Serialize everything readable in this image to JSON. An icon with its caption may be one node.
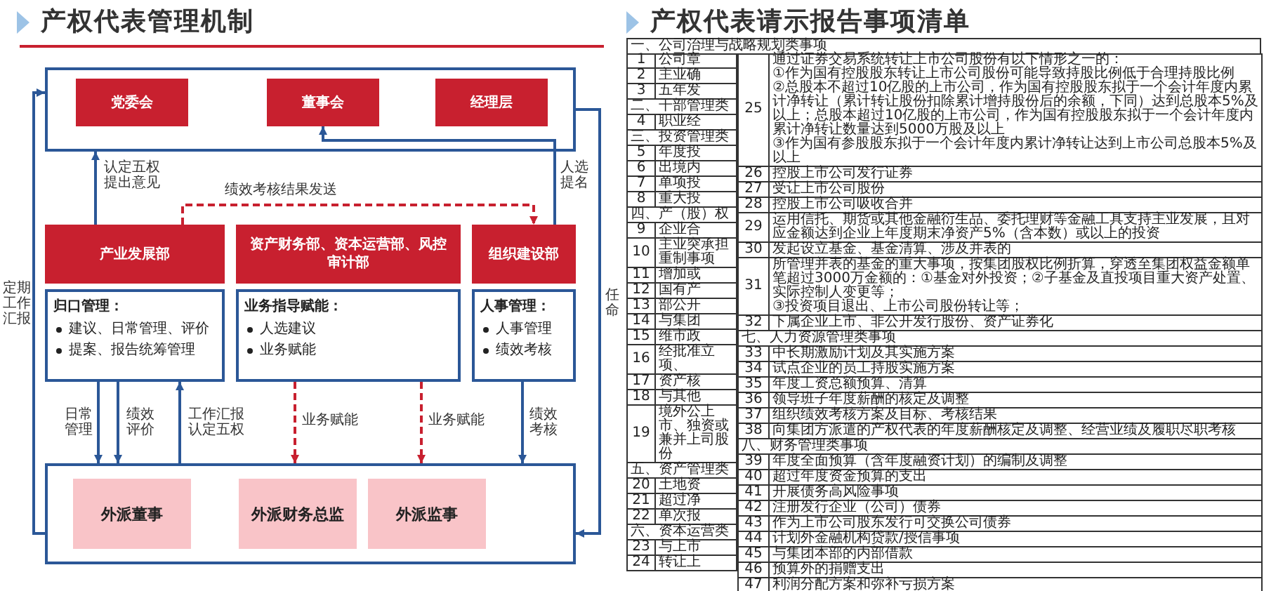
{
  "diagram": {
    "title": "产权代表管理机制",
    "nodes": [
      {
        "text": [],
        "shape": "box"
      },
      {
        "text": [
          "党委会"
        ],
        "in": 0
      },
      {
        "text": [
          "董事会"
        ],
        "in": 0
      },
      {
        "text": [
          "经理层"
        ],
        "in": 0
      },
      {
        "text": [
          "产业发展部",
          "归口管理：",
          "建议、日常管理、评价",
          "提案、报告统筹管理"
        ]
      },
      {
        "text": [
          "资产财务部、资本运营部、风控审计部",
          "业务指导赋能：",
          "人选建议",
          "业务赋能"
        ]
      },
      {
        "text": [
          "组织建设部",
          "人事管理：",
          "人事管理",
          "绩效考核"
        ]
      },
      {
        "text": [],
        "shape": "box"
      },
      {
        "text": [
          "外派董事"
        ],
        "in": 7
      },
      {
        "text": [
          "外派财务总监"
        ],
        "in": 7
      },
      {
        "text": [
          "外派监事"
        ],
        "in": 7
      }
    ],
    "edges": [
      {
        "from": 4,
        "to": 0,
        "arrow": "to",
        "label": "认定五权提出意见"
      },
      {
        "from": 4,
        "to": 6,
        "arrow": "to",
        "label": "绩效考核结果发送",
        "style": "dashed",
        "color": "#c8202f"
      },
      {
        "from": 6,
        "to": 2,
        "arrow": "to",
        "label": "人选提名"
      },
      {
        "from": 4,
        "to": 7,
        "arrow": "to",
        "label": "日常管理"
      },
      {
        "from": 4,
        "to": 7,
        "arrow": "to",
        "label": "绩效评价"
      },
      {
        "from": 7,
        "to": 4,
        "arrow": "to",
        "label": "工作汇报认定五权"
      },
      {
        "from": 5,
        "to": 7,
        "arrow": "to",
        "label": "业务赋能",
        "style": "dashed",
        "color": "#c8202f"
      },
      {
        "from": 5,
        "to": 7,
        "arrow": "to",
        "label": "业务赋能",
        "style": "dashed",
        "color": "#c8202f"
      },
      {
        "from": 6,
        "to": 7,
        "arrow": "to",
        "label": "绩效考核"
      },
      {
        "from": 7,
        "to": 0,
        "arrow": "to",
        "label": "定期工作汇报"
      },
      {
        "from": 0,
        "to": 7,
        "arrow": "to",
        "label": "任命"
      }
    ],
    "labels": [
      "产权代表请示报告事项清单",
      "一、公司治理与战略规划类事项",
      "1",
      "公司章",
      "2",
      "主业确",
      "3",
      "五年发",
      "二、干部管理类",
      "4",
      "职业经",
      "三、投资管理类",
      "5",
      "年度投",
      "6",
      "出境内",
      "7",
      "单项投",
      "8",
      "重大投",
      "四、产（股）权",
      "9",
      "企业合",
      "10",
      "主业突承担重制事项",
      "11",
      "增加或",
      "12",
      "国有产",
      "13",
      "部公开",
      "14",
      "与集团",
      "15",
      "维市政",
      "16",
      "经批准立项、",
      "17",
      "资产核",
      "18",
      "与其他",
      "19",
      "境外公上市、独资或兼并上司股份",
      "五、资产管理类",
      "20",
      "土地资",
      "21",
      "超过净",
      "22",
      "单次报",
      "六、资本运营类",
      "23",
      "与上市",
      "24",
      "转让上",
      "25",
      "通过证券交易系统转让上市公司股份有以下情形之一的：",
      "①作为国有控股股东转让上市公司股份可能导致持股比例低于合理持股比例",
      "②总股本不超过10亿股的上市公司，作为国有控股股东拟于一个会计年度内累计净转让（累计转让股份扣除累计增持股份后的余额，下同）达到总股本5%及以上；总股本超过10亿股的上市公司，作为国有控股股东拟于一个会计年度内累计净转让数量达到5000万股及以上",
      "③作为国有参股股东拟于一个会计年度内累计净转让达到上市公司总股本5%及以上",
      "26",
      "控股上市公司发行证券",
      "27",
      "受让上市公司股份",
      "28",
      "控股上市公司吸收合并",
      "29",
      "运用信托、期货或其他金融衍生品、委托理财等金融工具支持主业发展，且对应金额达到企业上年度期末净资产5%（含本数）或以上的投资",
      "30",
      "发起设立基金、基金清算、涉及并表的",
      "31",
      "所管理并表的基金的重大事项，按集团股权比例折算，穿透至集团权益金额单笔超过3000万金额的：①基金对外投资；②子基金及直投项目重大资产处置、实际控制人变更等；",
      "③投资项目退出、上市公司股份转让等；",
      "32",
      "下属企业上市、非公开发行股份、资产证券化",
      "七、人力资源管理类事项",
      "33",
      "中长期激励计划及其实施方案",
      "34",
      "试点企业的员工持股实施方案",
      "35",
      "年度工资总额预算、清算",
      "36",
      "领导班子年度薪酬的核定及调整",
      "37",
      "组织绩效考核方案及目标、考核结果",
      "38",
      "向集团方派遣的产权代表的年度薪酬核定及调整、经营业绩及履职尽职考核",
      "八、财务管理类事项",
      "39",
      "年度全面预算（含年度融资计划）的编制及调整",
      "40",
      "超过年度资金预算的支出",
      "41",
      "开展债务高风险事项",
      "42",
      "注册发行企业（公司）债券",
      "43",
      "作为上市公司股东发行可交换公司债券",
      "44",
      "计划外金融机构贷款/授信事项",
      "45",
      "与集团本部的内部借款",
      "46",
      "预算外的捐赠支出",
      "47",
      "利润分配方案和弥补亏损方案"
    ]
  }
}
